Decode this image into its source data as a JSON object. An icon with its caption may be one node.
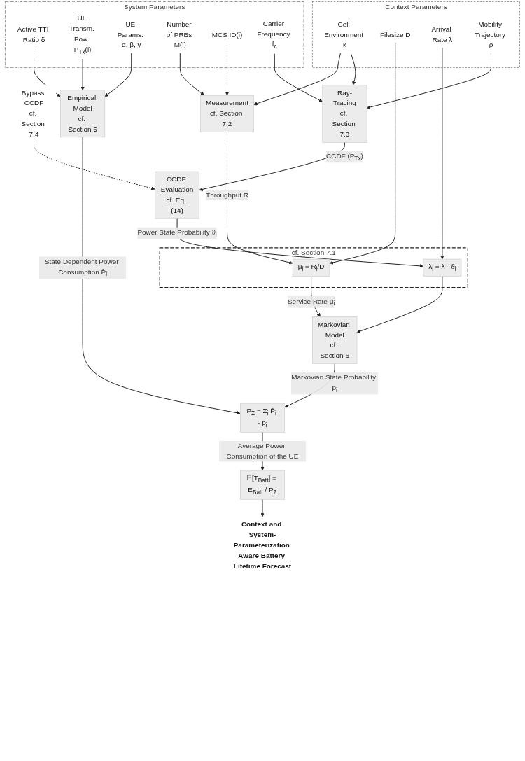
{
  "diagram": {
    "nodes": [
      {
        "text": [
          "Context Parameters"
        ]
      },
      {
        "text": [
          "Cell Environment κ"
        ],
        "in": 0
      },
      {
        "text": [
          "Filesize D"
        ],
        "in": 0
      },
      {
        "text": [
          "Arrival Rate λ"
        ],
        "in": 0
      },
      {
        "text": [
          "Mobility Trajectory ρ"
        ],
        "in": 0
      },
      {
        "text": [
          "System Parameters"
        ]
      },
      {
        "text": [
          "Active TTI Ratio δ"
        ],
        "in": 5
      },
      {
        "text": [
          "UL Transm. Pow. P$_{Tx}$(i)"
        ],
        "in": 5
      },
      {
        "text": [
          "UE Params. α, β, γ"
        ],
        "in": 5
      },
      {
        "text": [
          "Number of PRBs M(i)"
        ],
        "in": 5
      },
      {
        "text": [
          "MCS ID(i)"
        ],
        "in": 5
      },
      {
        "text": [
          "Carrier Frequency f$_{c}$"
        ],
        "in": 5
      },
      {
        "text": [
          "Empirical Model",
          "cf. Section 5"
        ]
      },
      {
        "text": [
          "Measurement",
          "cf. Section 7.2"
        ]
      },
      {
        "text": [
          "Ray-Tracing",
          "cf. Section 7.3"
        ]
      },
      {
        "text": [
          "Bypass CCDF",
          "cf. Section 7.4"
        ]
      },
      {
        "text": [
          "CCDF Evaluation",
          "cf. Eq. (14)"
        ]
      },
      {
        "text": [
          "cf. Section 7.1"
        ]
      },
      {
        "text": [
          "μ$_{i}$ = R$_{i}$/D"
        ],
        "in": 17
      },
      {
        "text": [
          "λ$_{i}$ = λ · ϑ$_{i}$"
        ],
        "in": 17
      },
      {
        "text": [
          "Markovian Model",
          "cf. Section 6"
        ]
      },
      {
        "text": [
          "P$_{Σ}$ = Σ$_{i}$ P̄$_{i}$ · p$_{i}$"
        ]
      },
      {
        "text": [
          "𝔼[T$_{Batt}$] = E$_{Batt}$ / P$_{Σ}$"
        ]
      },
      {
        "text": [
          "Context and System-Parameterization Aware Battery Lifetime Forecast"
        ]
      }
    ],
    "edges": [
      {
        "from": 6,
        "to": 12,
        "arrow": "to"
      },
      {
        "from": 7,
        "to": 12,
        "arrow": "to"
      },
      {
        "from": 8,
        "to": 12,
        "arrow": "to"
      },
      {
        "from": 9,
        "to": 13,
        "arrow": "to"
      },
      {
        "from": 10,
        "to": 13,
        "arrow": "to"
      },
      {
        "from": 1,
        "to": 13,
        "arrow": "to"
      },
      {
        "from": 1,
        "to": 14,
        "arrow": "to"
      },
      {
        "from": 2,
        "to": 18,
        "arrow": "to"
      },
      {
        "from": 3,
        "to": 19,
        "arrow": "to"
      },
      {
        "from": 4,
        "to": 14,
        "arrow": "to"
      },
      {
        "from": 11,
        "to": 14,
        "arrow": "to"
      },
      {
        "from": 14,
        "to": 16,
        "arrow": "to",
        "label": "CCDF (P$_{Tx}$)"
      },
      {
        "from": 15,
        "to": 16,
        "arrow": "to",
        "style": "dashed"
      },
      {
        "from": 13,
        "to": 18,
        "arrow": "to",
        "label": "Throughput R"
      },
      {
        "from": 16,
        "to": 19,
        "arrow": "to",
        "label": "Power State Probability ϑ$_{i}$"
      },
      {
        "from": 12,
        "to": 21,
        "arrow": "to",
        "label": "State Dependent Power Consumption P̄$_{i}$"
      },
      {
        "from": 18,
        "to": 20,
        "arrow": "to",
        "label": "Service Rate μ$_{i}$"
      },
      {
        "from": 19,
        "to": 20,
        "arrow": "to"
      },
      {
        "from": 20,
        "to": 21,
        "arrow": "to",
        "label": "Markovian State Probability p$_{i}$"
      },
      {
        "from": 21,
        "to": 22,
        "arrow": "to",
        "label": "Average Power Consumption of the UE"
      },
      {
        "from": 22,
        "to": 23,
        "arrow": "to"
      }
    ]
  }
}
